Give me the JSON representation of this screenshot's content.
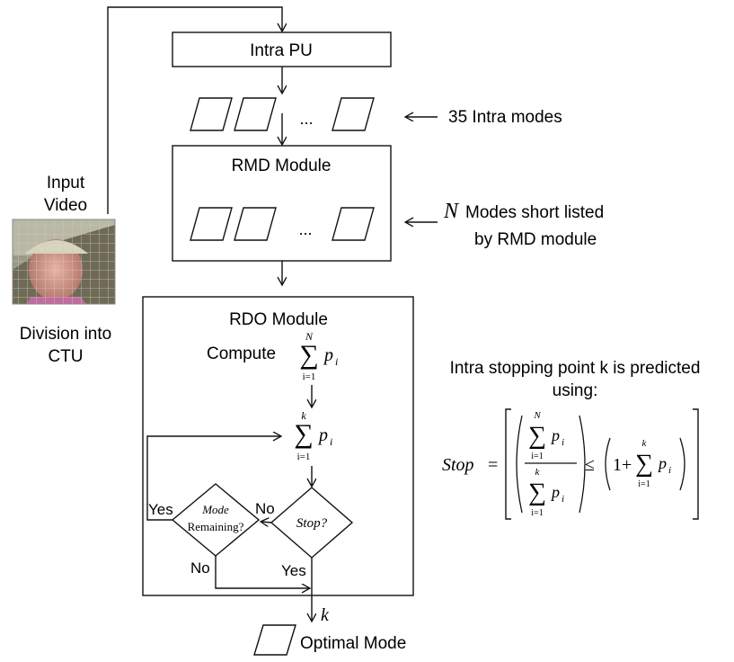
{
  "input": {
    "label_line1": "Input",
    "label_line2": "Video",
    "division_line1": "Division into",
    "division_line2": "CTU"
  },
  "intra_pu": {
    "label": "Intra PU"
  },
  "modes": {
    "ellipsis": "...",
    "annotation": "35 Intra modes"
  },
  "rmd": {
    "title": "RMD Module",
    "ellipsis": "...",
    "annotation_symbol": "N",
    "annotation_line1": "Modes short listed",
    "annotation_line2": "by RMD module"
  },
  "rdo": {
    "title": "RDO Module",
    "compute_label": "Compute",
    "sum_upper_N": "N",
    "sum_lower": "i=1",
    "sum_upper_k": "k",
    "sum_symbol": "∑",
    "p_var": "p",
    "p_sub": "i",
    "decision_mode_line1": "Mode",
    "decision_mode_line2": "Remaining?",
    "decision_stop": "Stop?",
    "yes_left": "Yes",
    "no_top": "No",
    "no_bottom": "No",
    "yes_bottom": "Yes"
  },
  "output": {
    "k_label": "k",
    "optimal_label": "Optimal Mode"
  },
  "formula": {
    "heading_line1": "Intra stopping point k is predicted",
    "heading_line2": "using:",
    "stop_label": "Stop",
    "equals": "=",
    "leq": "≤",
    "one_plus": "1+",
    "upper_N": "N",
    "upper_k": "k",
    "lower_i1": "i=1"
  }
}
